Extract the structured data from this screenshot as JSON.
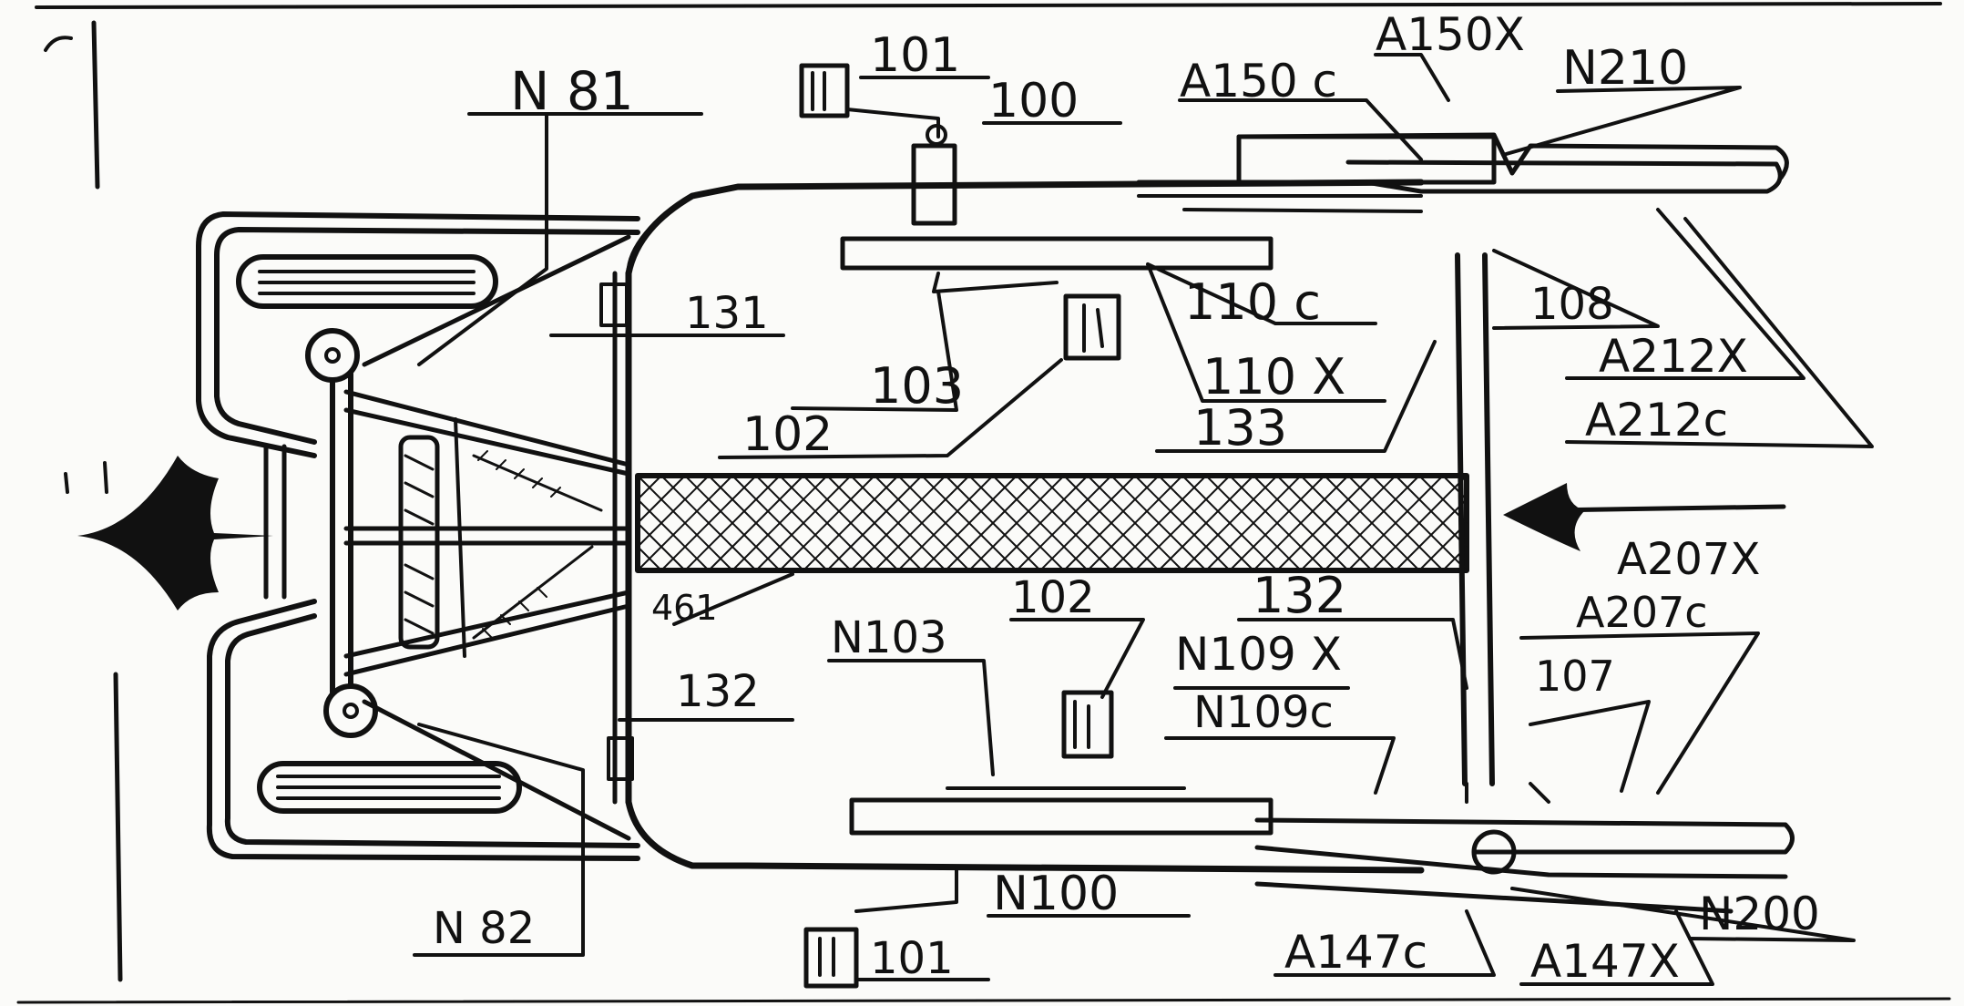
{
  "labels": {
    "n81": "N 81",
    "l101_top": "101",
    "l100": "100",
    "a150c": "A150 c",
    "a150x": "A150X",
    "n210": "N210",
    "l131": "131",
    "l103": "103",
    "l102_left": "102",
    "l110c": "110 c",
    "l110x": "110 X",
    "l133": "133",
    "l108": "108",
    "a212x": "A212X",
    "a212c": "A212c",
    "l461": "461",
    "l102_mid": "102",
    "l132_right": "132",
    "n103": "N103",
    "n109x": "N109 X",
    "n109c": "N109c",
    "a207x": "A207X",
    "a207c": "A207c",
    "l107": "107",
    "l132_left": "132",
    "n82": "N 82",
    "n100": "N100",
    "l101_bottom": "101",
    "a147c": "A147c",
    "a147x": "A147X",
    "n200": "N200"
  },
  "colors": {
    "ink": "#111111",
    "paper": "#fbfbf9"
  }
}
